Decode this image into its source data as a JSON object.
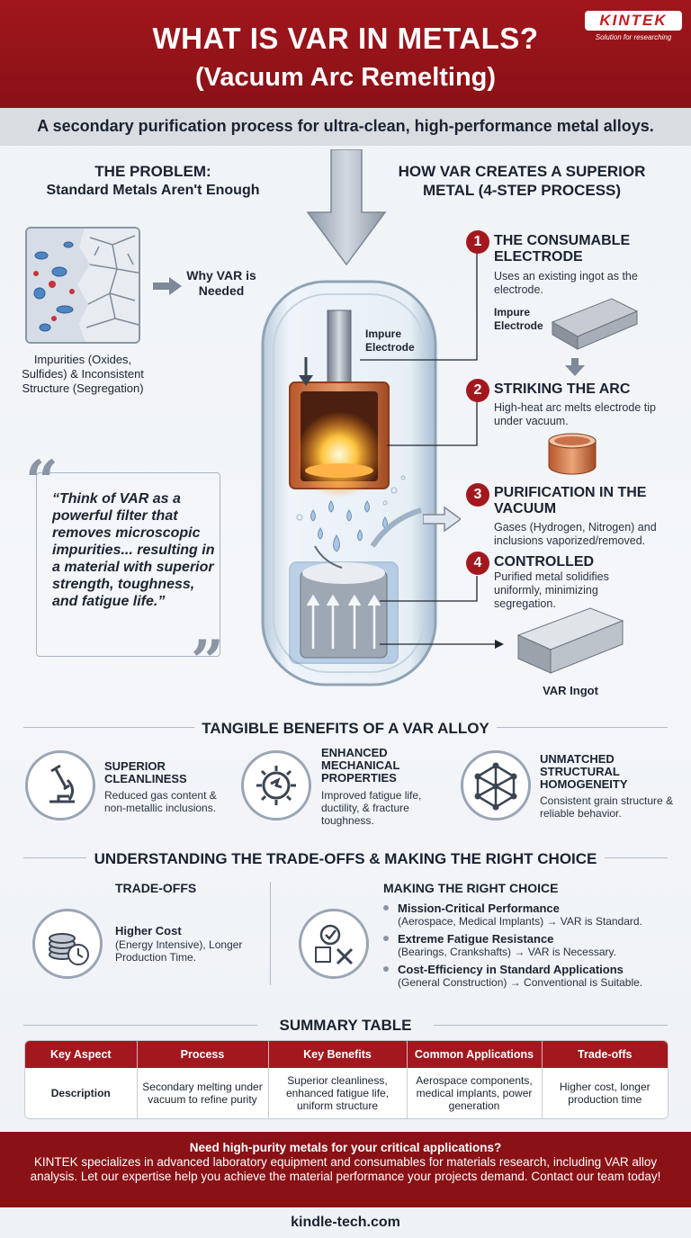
{
  "header": {
    "title": "WHAT IS VAR IN METALS?",
    "title_sub": "(Vacuum Arc Remelting)",
    "logo_name": "KINTEK",
    "logo_tagline": "Solution for researching",
    "subtitle": "A secondary purification process for ultra-clean, high-performance metal alloys.",
    "brand_color": "#a3181e"
  },
  "problem": {
    "heading": "THE PROBLEM:",
    "heading_sub": "Standard Metals Aren't Enough",
    "arrow_label": "Why VAR is Needed",
    "image_caption": "Impurities (Oxides, Sulfides) & Inconsistent Structure (Segregation)",
    "quote": "“Think of VAR as a powerful filter that removes microscopic impurities... resulting in a material with superior strength, toughness, and fatigue life.”"
  },
  "process": {
    "heading": "HOW VAR CREATES A SUPERIOR METAL (4-STEP PROCESS)",
    "furnace_label": "Impure Electrode",
    "steps": [
      {
        "num": "1",
        "title": "THE CONSUMABLE ELECTRODE",
        "desc": "Uses an existing ingot as the electrode.",
        "image_label": "Impure Electrode"
      },
      {
        "num": "2",
        "title": "STRIKING THE ARC",
        "desc": "High-heat arc melts electrode tip under vacuum."
      },
      {
        "num": "3",
        "title": "PURIFICATION IN THE VACUUM",
        "desc": "Gases (Hydrogen, Nitrogen) and inclusions vaporized/removed."
      },
      {
        "num": "4",
        "title": "CONTROLLED",
        "desc": "Purified metal solidifies uniformly, minimizing segregation."
      }
    ],
    "ingot_label": "VAR Ingot"
  },
  "benefits": {
    "heading": "TANGIBLE BENEFITS OF A VAR ALLOY",
    "items": [
      {
        "title": "SUPERIOR CLEANLINESS",
        "desc": "Reduced gas content & non-metallic inclusions.",
        "icon": "microscope-icon"
      },
      {
        "title": "ENHANCED MECHANICAL PROPERTIES",
        "desc": "Improved fatigue life, ductility, & fracture toughness.",
        "icon": "gear-icon"
      },
      {
        "title": "UNMATCHED STRUCTURAL HOMOGENEITY",
        "desc": "Consistent grain structure & reliable behavior.",
        "icon": "crystal-lattice-icon"
      }
    ]
  },
  "tradeoffs": {
    "heading": "UNDERSTANDING THE TRADE-OFFS & MAKING THE RIGHT CHOICE",
    "left_heading": "TRADE-OFFS",
    "left_title": "Higher Cost",
    "left_desc": "(Energy Intensive), Longer Production Time.",
    "right_heading": "MAKING THE RIGHT CHOICE",
    "choices": [
      {
        "title": "Mission-Critical Performance",
        "desc": "(Aerospace, Medical Implants) → VAR is Standard."
      },
      {
        "title": "Extreme Fatigue Resistance",
        "desc": "(Bearings, Crankshafts) → VAR is Necessary."
      },
      {
        "title": "Cost-Efficiency in Standard Applications",
        "desc": "(General Construction) → Conventional is Suitable."
      }
    ]
  },
  "summary": {
    "heading": "SUMMARY TABLE",
    "columns": [
      "Key Aspect",
      "Process",
      "Key Benefits",
      "Common Applications",
      "Trade-offs"
    ],
    "row": [
      "Description",
      "Secondary melting under vacuum to refine purity",
      "Superior cleanliness, enhanced fatigue life, uniform structure",
      "Aerospace components, medical implants, power generation",
      "Higher cost, longer production time"
    ]
  },
  "footer": {
    "headline": "Need high-purity metals for your critical applications?",
    "body": "KINTEK specializes in advanced laboratory equipment and consumables for materials research, including VAR alloy analysis. Let our expertise help you achieve the material performance your projects demand. Contact our team today!",
    "website": "kindle-tech.com"
  }
}
